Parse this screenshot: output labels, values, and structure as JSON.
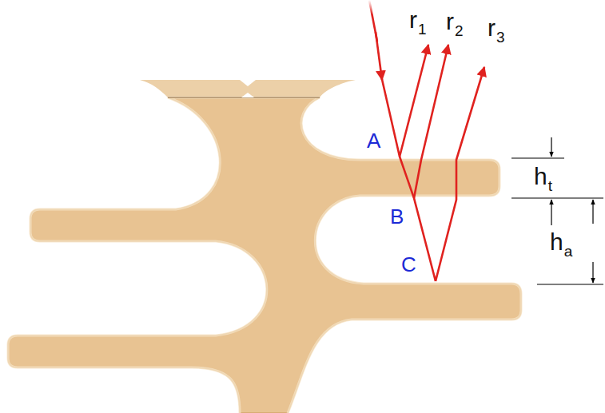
{
  "diagram": {
    "labels": [
      "r",
      "1",
      "r",
      "2",
      "r",
      "3",
      "A",
      "B",
      "C",
      "h",
      "t",
      "h",
      "a"
    ]
  }
}
